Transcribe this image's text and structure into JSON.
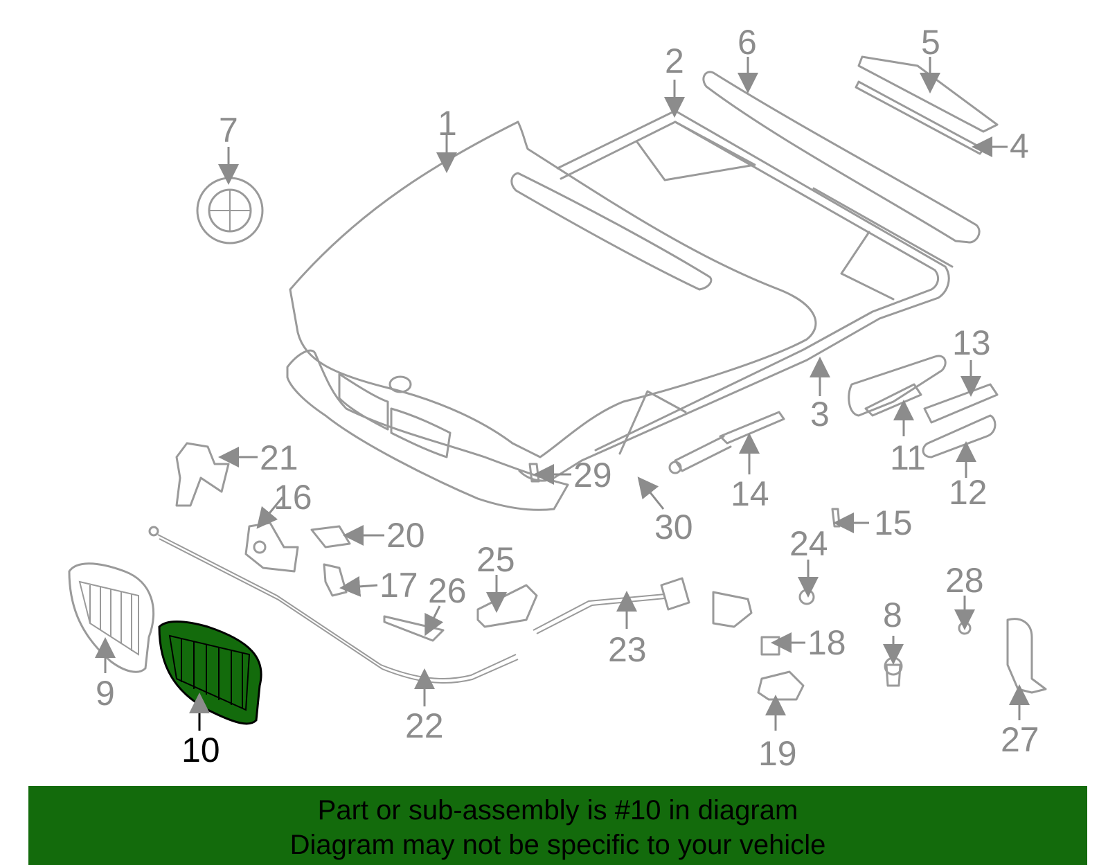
{
  "callouts": {
    "c1": "1",
    "c2": "2",
    "c3": "3",
    "c4": "4",
    "c5": "5",
    "c6": "6",
    "c7": "7",
    "c8": "8",
    "c9": "9",
    "c10": "10",
    "c11": "11",
    "c12": "12",
    "c13": "13",
    "c14": "14",
    "c15": "15",
    "c16": "16",
    "c17": "17",
    "c18": "18",
    "c19": "19",
    "c20": "20",
    "c21": "21",
    "c22": "22",
    "c23": "23",
    "c24": "24",
    "c25": "25",
    "c26": "26",
    "c27": "27",
    "c28": "28",
    "c29": "29",
    "c30": "30"
  },
  "highlighted_part": "10",
  "colors": {
    "highlight_fill": "#136b0c",
    "banner_background": "#136b0c",
    "part_outline": "#9a9a9a",
    "label": "#8c8c8c"
  },
  "banner": {
    "line1": "Part or sub-assembly is #10 in diagram",
    "line2": "Diagram may not be specific to your vehicle"
  }
}
